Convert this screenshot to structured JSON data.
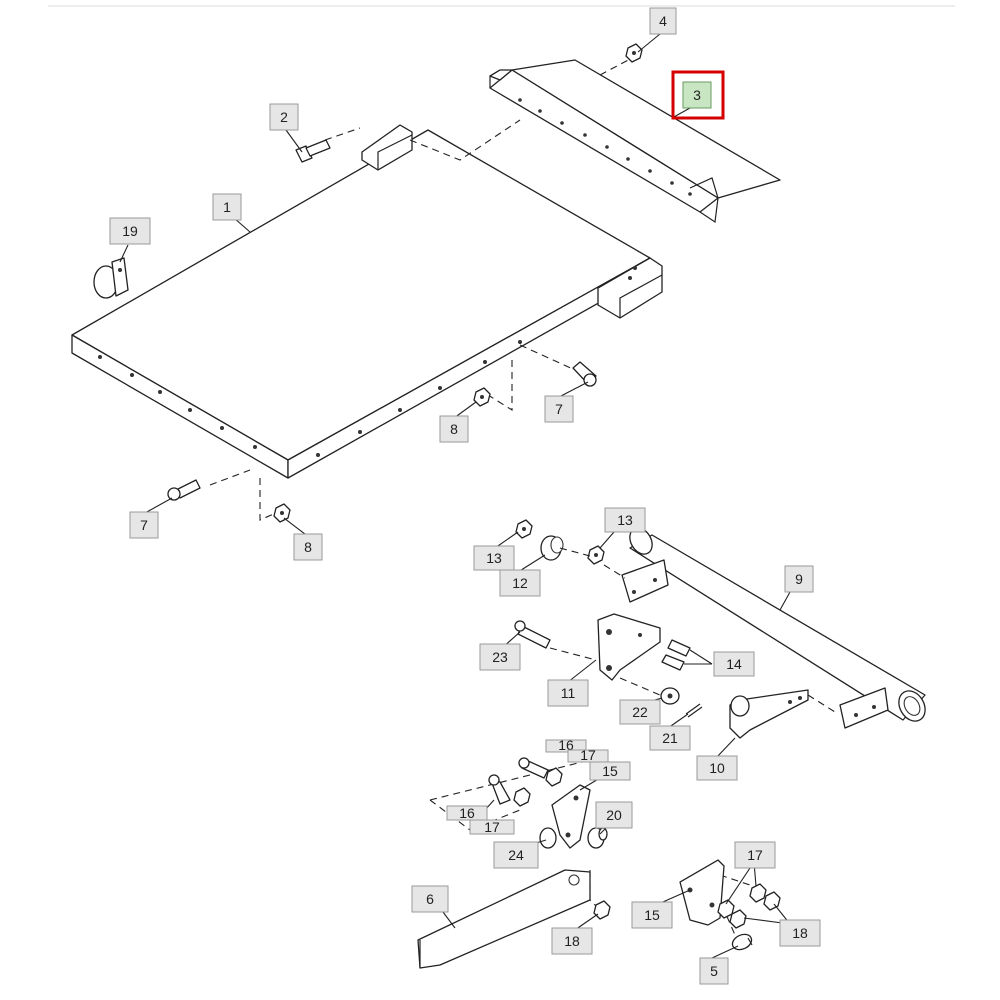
{
  "diagram": {
    "callouts": [
      {
        "id": "c4",
        "label": "4"
      },
      {
        "id": "c3",
        "label": "3",
        "highlighted": true,
        "selected": true
      },
      {
        "id": "c2",
        "label": "2"
      },
      {
        "id": "c1",
        "label": "1"
      },
      {
        "id": "c19",
        "label": "19"
      },
      {
        "id": "c7a",
        "label": "7"
      },
      {
        "id": "c8a",
        "label": "8"
      },
      {
        "id": "c7b",
        "label": "7"
      },
      {
        "id": "c8b",
        "label": "8"
      },
      {
        "id": "c13a",
        "label": "13"
      },
      {
        "id": "c13b",
        "label": "13"
      },
      {
        "id": "c12",
        "label": "12"
      },
      {
        "id": "c9",
        "label": "9"
      },
      {
        "id": "c23",
        "label": "23"
      },
      {
        "id": "c14",
        "label": "14"
      },
      {
        "id": "c11",
        "label": "11"
      },
      {
        "id": "c22",
        "label": "22"
      },
      {
        "id": "c21",
        "label": "21"
      },
      {
        "id": "c10",
        "label": "10"
      },
      {
        "id": "c16a",
        "label": "16"
      },
      {
        "id": "c17a",
        "label": "17"
      },
      {
        "id": "c15a",
        "label": "15"
      },
      {
        "id": "c16b",
        "label": "16"
      },
      {
        "id": "c17b",
        "label": "17"
      },
      {
        "id": "c20",
        "label": "20"
      },
      {
        "id": "c24",
        "label": "24"
      },
      {
        "id": "c6",
        "label": "6"
      },
      {
        "id": "c18a",
        "label": "18"
      },
      {
        "id": "c17c",
        "label": "17"
      },
      {
        "id": "c15b",
        "label": "15"
      },
      {
        "id": "c18b",
        "label": "18"
      },
      {
        "id": "c5",
        "label": "5"
      }
    ],
    "colors": {
      "callout_fill": "#e6e6e6",
      "callout_highlight_fill": "#c8e6c2",
      "selection_outline": "#d40000"
    }
  }
}
